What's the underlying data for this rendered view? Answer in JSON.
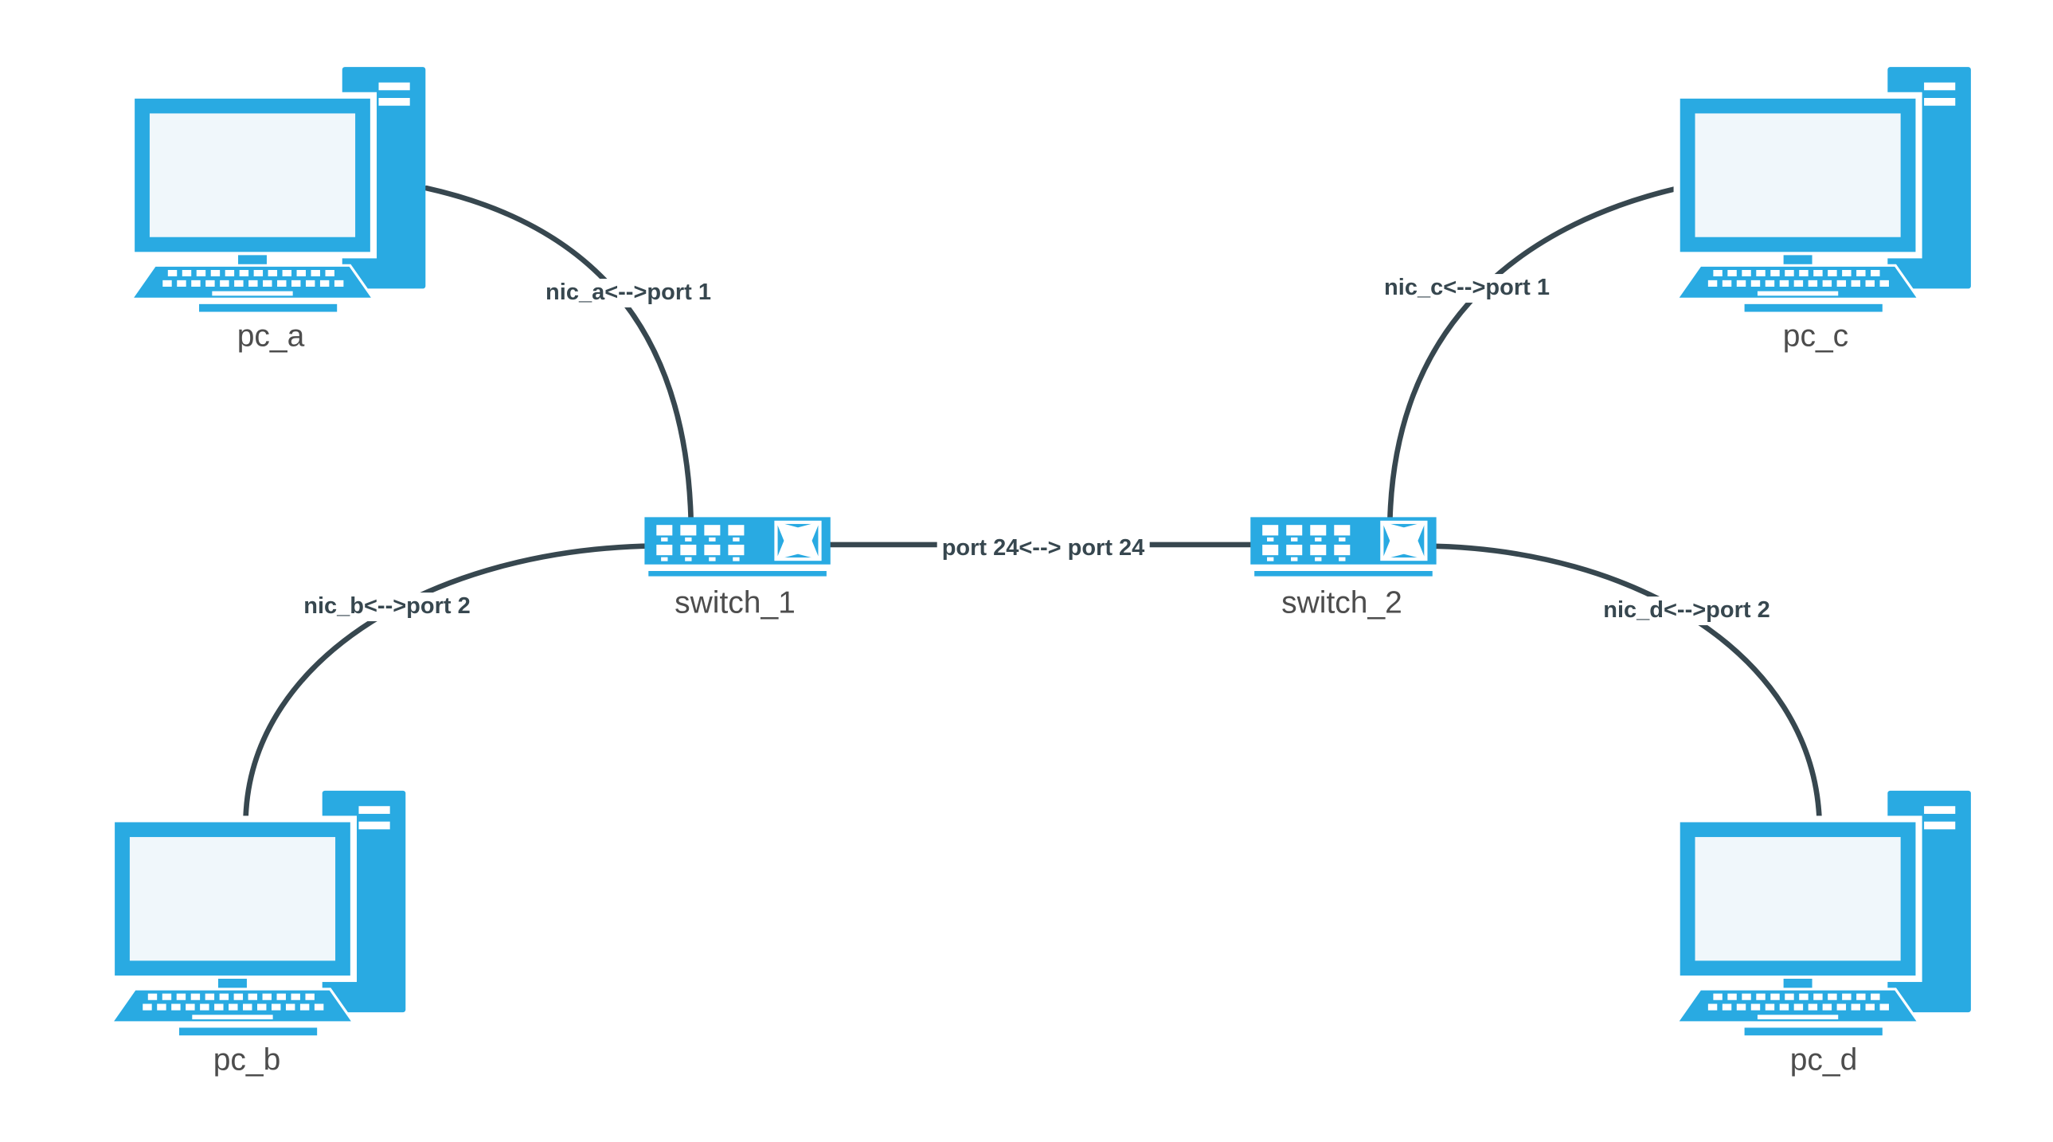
{
  "diagram": {
    "type": "network-topology",
    "background": "#ffffff",
    "colors": {
      "device_fill": "#29aae2",
      "screen_fill": "#f0f7fb",
      "link_stroke": "#37474f",
      "edge_label_color": "#37474f",
      "node_label_color": "#4d4d4d"
    },
    "nodes": [
      {
        "id": "pc_a",
        "kind": "pc",
        "label": "pc_a"
      },
      {
        "id": "pc_b",
        "kind": "pc",
        "label": "pc_b"
      },
      {
        "id": "pc_c",
        "kind": "pc",
        "label": "pc_c"
      },
      {
        "id": "pc_d",
        "kind": "pc",
        "label": "pc_d"
      },
      {
        "id": "switch_1",
        "kind": "switch",
        "label": "switch_1"
      },
      {
        "id": "switch_2",
        "kind": "switch",
        "label": "switch_2"
      }
    ],
    "edges": [
      {
        "from": "pc_a",
        "to": "switch_1",
        "label": "nic_a<-->port 1"
      },
      {
        "from": "pc_b",
        "to": "switch_1",
        "label": "nic_b<-->port 2"
      },
      {
        "from": "pc_c",
        "to": "switch_2",
        "label": "nic_c<-->port 1"
      },
      {
        "from": "pc_d",
        "to": "switch_2",
        "label": "nic_d<-->port 2"
      },
      {
        "from": "switch_1",
        "to": "switch_2",
        "label": "port 24<--> port 24"
      }
    ]
  }
}
